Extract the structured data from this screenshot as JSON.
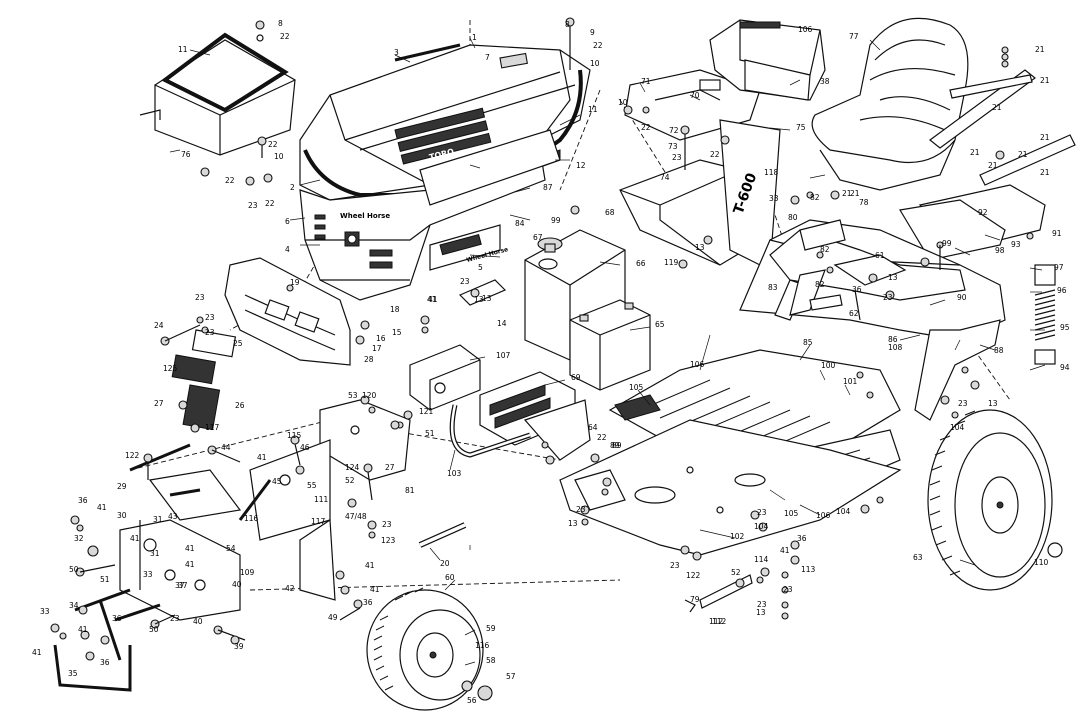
{
  "labels": [
    "1",
    "2",
    "3",
    "4",
    "5",
    "6",
    "7",
    "8",
    "9",
    "10",
    "11",
    "12",
    "13",
    "14",
    "15",
    "16",
    "17",
    "18",
    "19",
    "20",
    "21",
    "22",
    "23",
    "24",
    "25",
    "26",
    "27",
    "28",
    "29",
    "30",
    "31",
    "32",
    "33",
    "34",
    "35",
    "36",
    "37",
    "38",
    "39",
    "40",
    "41",
    "42",
    "43",
    "44",
    "45",
    "46",
    "47/48",
    "49",
    "50",
    "51",
    "52",
    "53",
    "54",
    "55",
    "56",
    "57",
    "58",
    "59",
    "60",
    "61",
    "62",
    "63",
    "64",
    "65",
    "66",
    "67",
    "68",
    "69",
    "70",
    "71",
    "72",
    "73",
    "74",
    "75",
    "76",
    "77",
    "78",
    "79",
    "80",
    "81",
    "82",
    "83",
    "84",
    "85",
    "86",
    "87",
    "88",
    "89",
    "90",
    "91",
    "92",
    "93",
    "94",
    "95",
    "96",
    "97",
    "98",
    "99",
    "100",
    "101",
    "102",
    "103",
    "104",
    "105",
    "106",
    "107",
    "108",
    "109",
    "110",
    "111",
    "112",
    "113",
    "114",
    "115",
    "116",
    "117",
    "118",
    "119",
    "120",
    "121",
    "122",
    "123",
    "124",
    "125"
  ],
  "branding": {
    "hood_logo": "TORO",
    "side_logo": "Wheel Horse",
    "fender_logo": "T-600"
  }
}
